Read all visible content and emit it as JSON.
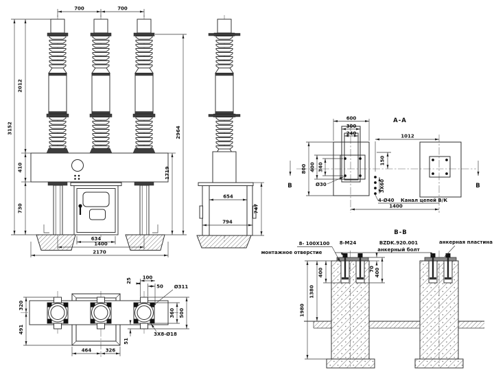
{
  "front": {
    "d700a": "700",
    "d700b": "700",
    "d3152": "3152",
    "d2012": "2012",
    "d410": "410",
    "d730": "730",
    "d2964": "2964",
    "d1719": "1719",
    "d634": "634",
    "d1400": "1400",
    "d2170": "2170"
  },
  "side": {
    "d654": "654",
    "d794": "794",
    "d747": "747"
  },
  "aa": {
    "title": "A-A",
    "d600": "600",
    "d300": "300",
    "d240": "240",
    "d1012": "1012",
    "d800": "800",
    "d400": "400",
    "d340": "340",
    "d150": "150",
    "d3x60": "3X60",
    "dphi30": "Ø30",
    "n4phi40": "4-Ø40",
    "nchannel": "Канал цепей В/К",
    "d1400": "1400",
    "bleft": "B",
    "bright": "B"
  },
  "bb": {
    "title": "B-B",
    "n8100": "8- 100X100",
    "nmount": "монтажное отверстие",
    "n8m24": "8-M24",
    "nbzdk": "BZDK.920.001",
    "nbolt": "анкерный болт",
    "nplate": "анкерная пластина",
    "d400l": "400",
    "d1380": "1380",
    "d1980": "1980",
    "d70": "70",
    "d400r": "400"
  },
  "plan": {
    "d320": "320",
    "d491": "491",
    "d25": "25",
    "d100": "100",
    "d50": "50",
    "dphi311": "Ø311",
    "d360": "360",
    "d500": "500",
    "d51": "51",
    "n3x8": "3X8-Ø18",
    "d464": "464",
    "d326": "326"
  }
}
